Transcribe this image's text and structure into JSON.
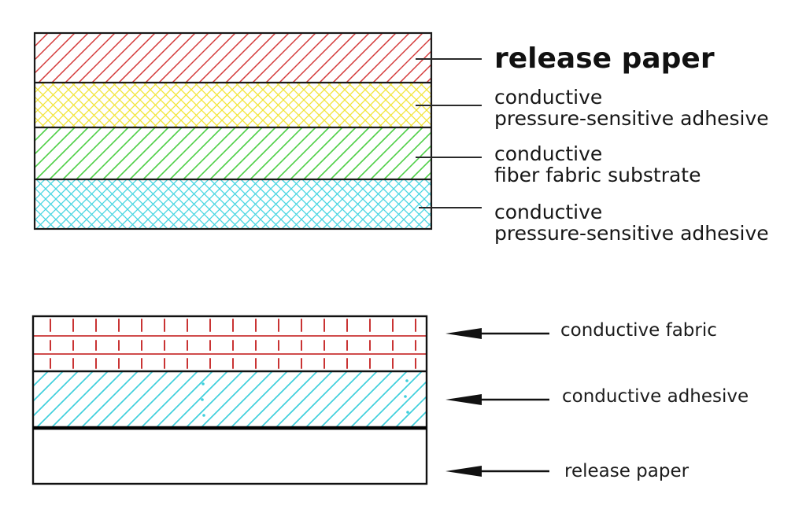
{
  "top_stack": {
    "layers": [
      {
        "label": "release paper",
        "pattern": "diagonal-hatch",
        "color": "#d43a3a"
      },
      {
        "label_line1": "conductive",
        "label_line2": "pressure-sensitive adhesive",
        "pattern": "cross-hatch",
        "color": "#f2e53a"
      },
      {
        "label_line1": "conductive",
        "label_line2": "fiber fabric substrate",
        "pattern": "diagonal-hatch",
        "color": "#4fcf47"
      },
      {
        "label_line1": "conductive",
        "label_line2": "pressure-sensitive adhesive",
        "pattern": "cross-hatch",
        "color": "#49d6e2"
      }
    ]
  },
  "bottom_stack": {
    "layers": [
      {
        "label": "conductive fabric",
        "pattern": "grid",
        "color": "#c93333"
      },
      {
        "label": "conductive adhesive",
        "pattern": "diagonal-hatch-dotted",
        "color": "#3fcfdc"
      },
      {
        "label": "release paper",
        "pattern": "blank",
        "color": "#ffffff"
      }
    ]
  },
  "icons": {
    "leader": "leader-line",
    "arrow": "left-arrow"
  }
}
